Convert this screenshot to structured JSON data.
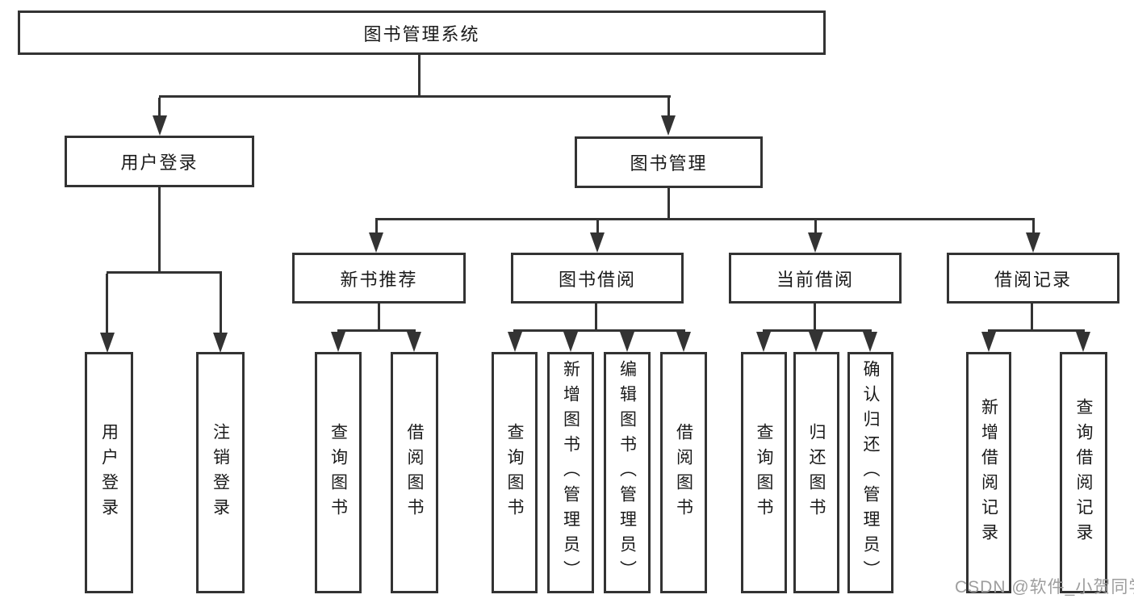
{
  "diagram": {
    "root": {
      "label": "图书管理系统"
    },
    "level2": {
      "user": {
        "label": "用户登录"
      },
      "book": {
        "label": "图书管理"
      }
    },
    "level3": {
      "recommend": {
        "label": "新书推荐"
      },
      "borrow": {
        "label": "图书借阅"
      },
      "current": {
        "label": "当前借阅"
      },
      "records": {
        "label": "借阅记录"
      }
    },
    "leaves": {
      "user_login": {
        "label": "用户登录"
      },
      "logout": {
        "label": "注销登录"
      },
      "rec_query": {
        "label": "查询图书"
      },
      "rec_borrow": {
        "label": "借阅图书"
      },
      "bor_query": {
        "label": "查询图书"
      },
      "bor_add": {
        "label": "新增图书（管理员）"
      },
      "bor_edit": {
        "label": "编辑图书（管理员）"
      },
      "bor_borrow": {
        "label": "借阅图书"
      },
      "cur_query": {
        "label": "查询图书"
      },
      "cur_return": {
        "label": "归还图书"
      },
      "cur_confirm": {
        "label": "确认归还（管理员）"
      },
      "log_add": {
        "label": "新增借阅记录"
      },
      "log_query": {
        "label": "查询借阅记录"
      }
    }
  },
  "watermark": {
    "text": "CSDN @软件_小贺同学"
  },
  "colors": {
    "line": "#333333",
    "text": "#1a1a1a",
    "watermark": "#9e9e9e",
    "background": "#ffffff"
  }
}
